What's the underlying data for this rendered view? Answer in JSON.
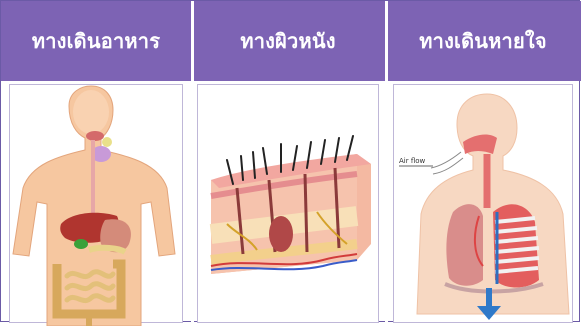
{
  "headers": [
    {
      "label": "ทางเดินอาหาร"
    },
    {
      "label": "ทางผิวหนัง"
    },
    {
      "label": "ทางเดินหายใจ"
    }
  ],
  "panels": {
    "respiratory": {
      "airflow_label": "Air flow"
    }
  },
  "colors": {
    "header_bg": "#7d63b4",
    "header_text": "#ffffff",
    "border": "#6b5aa6"
  }
}
